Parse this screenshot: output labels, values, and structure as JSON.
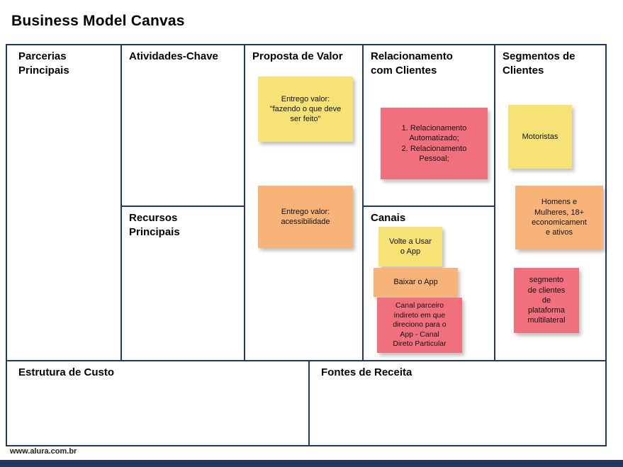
{
  "page": {
    "title": "Business Model Canvas",
    "footer": "www.alura.com.br"
  },
  "sections": {
    "parcerias": "Parcerias\nPrincipais",
    "atividades": "Atividades-Chave",
    "recursos": "Recursos\nPrincipais",
    "proposta": "Proposta de Valor",
    "relacionamento": "Relacionamento\ncom Clientes",
    "canais": "Canais",
    "segmentos": "Segmentos de\nClientes",
    "custo": "Estrutura de Custo",
    "receita": "Fontes de Receita"
  },
  "notes": {
    "proposta_yellow": "Entrego valor:\n\"fazendo o que deve\nser feito\"",
    "proposta_orange": "Entrego valor:\nacessibilidade",
    "relacionamento_pink": "1. Relacionamento\nAutomatizado;\n2. Relacionamento\nPessoal;",
    "canais_yellow": "Volte a Usar\no App",
    "canais_orange": "Baixar o App",
    "canais_pink": "Canal parceiro\nindireto em que\ndireciono para o\nApp - Canal\nDireto Particular",
    "segmentos_yellow": "Motoristas",
    "segmentos_orange": "Homens e\nMulheres, 18+\neconomicament\ne ativos",
    "segmentos_pink": "segmento\nde clientes\nde\nplataforma\nmultilateral"
  },
  "colors": {
    "border": "#1F3864",
    "note_yellow": "#F7E275",
    "note_orange": "#F8B478",
    "note_pink": "#F1707E"
  }
}
